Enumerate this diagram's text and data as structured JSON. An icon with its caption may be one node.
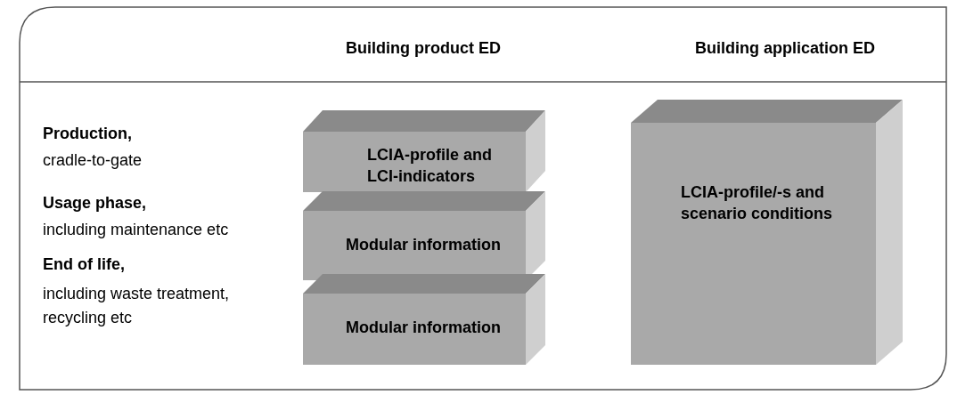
{
  "diagram": {
    "nodes": [
      {
        "text": [
          "LCIA-profile and LCI-indicators"
        ]
      },
      {
        "text": [
          "Modular information"
        ]
      },
      {
        "text": [
          "Modular information"
        ]
      },
      {
        "text": [
          "LCIA-profile/-s and scenario conditions"
        ]
      }
    ],
    "edges": [],
    "labels": [
      "Building product ED",
      "Building application ED",
      "Production,",
      "cradle-to-gate",
      "Usage phase,",
      "including maintenance etc",
      "End of life,",
      "including waste treatment, recycling etc"
    ]
  }
}
